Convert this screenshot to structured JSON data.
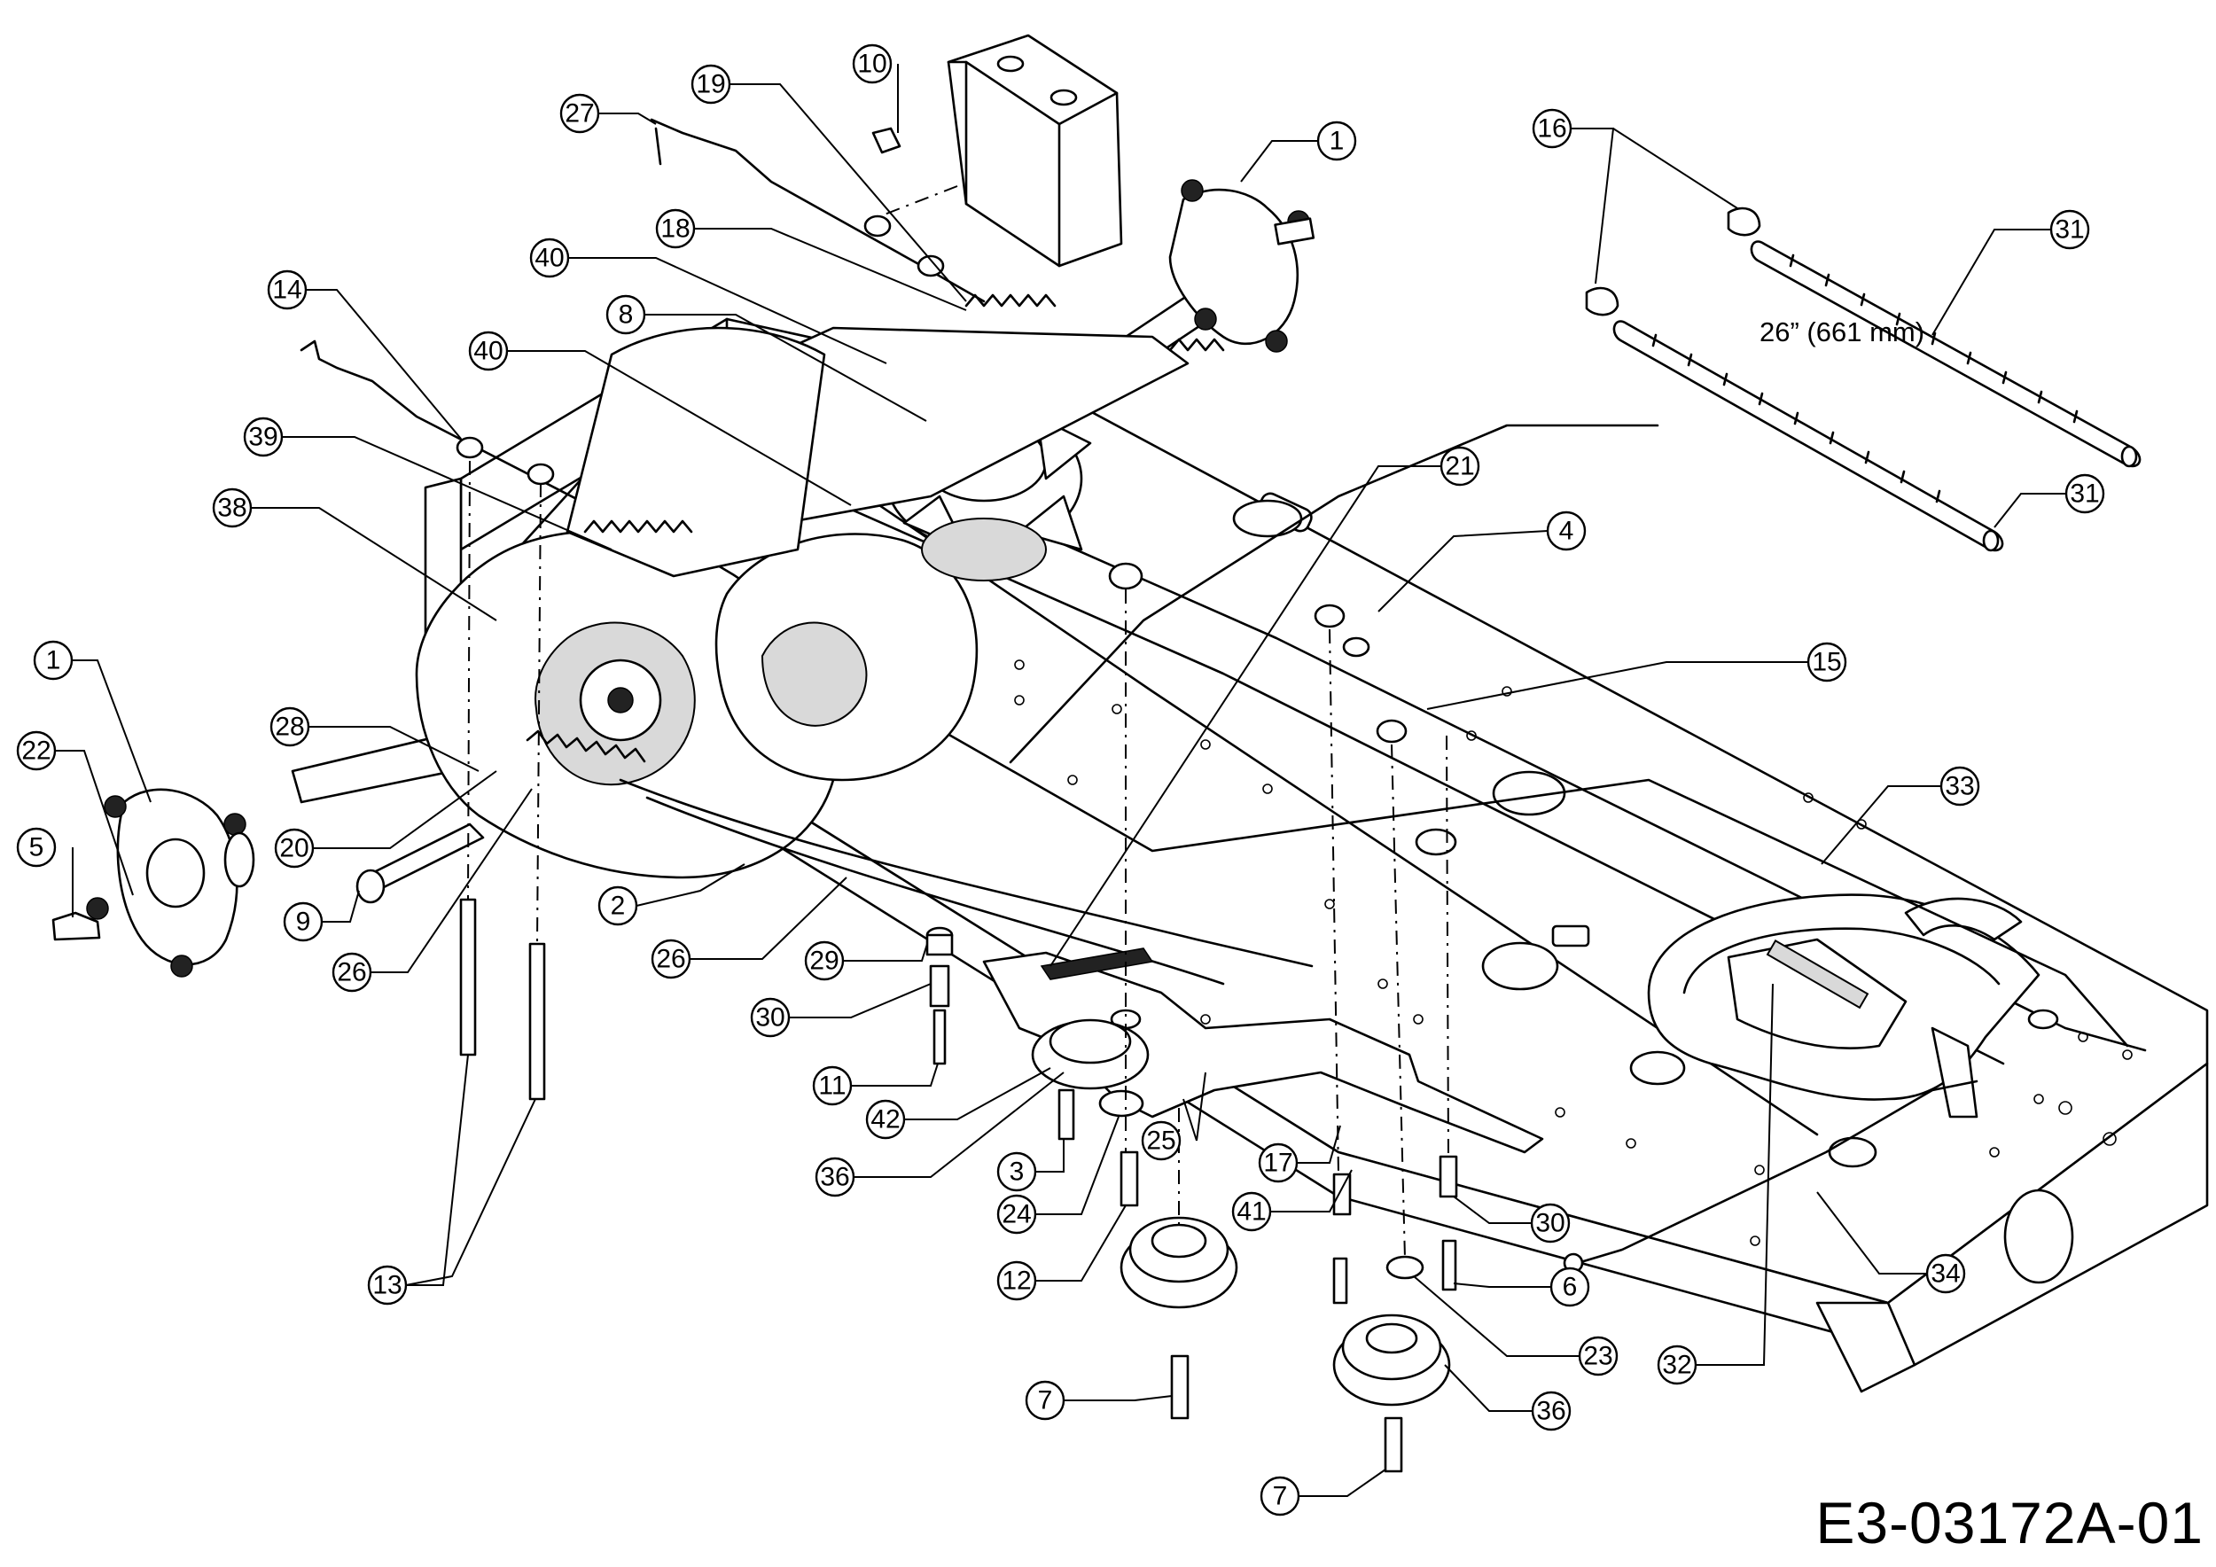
{
  "drawing_number": "E3-03172A-01",
  "dimension_label": "26” (661 mm)",
  "callouts": [
    {
      "id": "c1a",
      "label": "1"
    },
    {
      "id": "c1b",
      "label": "1"
    },
    {
      "id": "c2",
      "label": "2"
    },
    {
      "id": "c3",
      "label": "3"
    },
    {
      "id": "c4",
      "label": "4"
    },
    {
      "id": "c5",
      "label": "5"
    },
    {
      "id": "c6",
      "label": "6"
    },
    {
      "id": "c7a",
      "label": "7"
    },
    {
      "id": "c7b",
      "label": "7"
    },
    {
      "id": "c8",
      "label": "8"
    },
    {
      "id": "c9",
      "label": "9"
    },
    {
      "id": "c10",
      "label": "10"
    },
    {
      "id": "c11",
      "label": "11"
    },
    {
      "id": "c12",
      "label": "12"
    },
    {
      "id": "c13",
      "label": "13"
    },
    {
      "id": "c14",
      "label": "14"
    },
    {
      "id": "c15",
      "label": "15"
    },
    {
      "id": "c16",
      "label": "16"
    },
    {
      "id": "c17",
      "label": "17"
    },
    {
      "id": "c18",
      "label": "18"
    },
    {
      "id": "c19",
      "label": "19"
    },
    {
      "id": "c20",
      "label": "20"
    },
    {
      "id": "c21",
      "label": "21"
    },
    {
      "id": "c22",
      "label": "22"
    },
    {
      "id": "c23",
      "label": "23"
    },
    {
      "id": "c24",
      "label": "24"
    },
    {
      "id": "c25",
      "label": "25"
    },
    {
      "id": "c26a",
      "label": "26"
    },
    {
      "id": "c26b",
      "label": "26"
    },
    {
      "id": "c27",
      "label": "27"
    },
    {
      "id": "c28",
      "label": "28"
    },
    {
      "id": "c29",
      "label": "29"
    },
    {
      "id": "c30a",
      "label": "30"
    },
    {
      "id": "c30b",
      "label": "30"
    },
    {
      "id": "c31a",
      "label": "31"
    },
    {
      "id": "c31b",
      "label": "31"
    },
    {
      "id": "c32",
      "label": "32"
    },
    {
      "id": "c33",
      "label": "33"
    },
    {
      "id": "c34",
      "label": "34"
    },
    {
      "id": "c36a",
      "label": "36"
    },
    {
      "id": "c36b",
      "label": "36"
    },
    {
      "id": "c38",
      "label": "38"
    },
    {
      "id": "c39",
      "label": "39"
    },
    {
      "id": "c40a",
      "label": "40"
    },
    {
      "id": "c40b",
      "label": "40"
    },
    {
      "id": "c41",
      "label": "41"
    },
    {
      "id": "c42",
      "label": "42"
    }
  ]
}
